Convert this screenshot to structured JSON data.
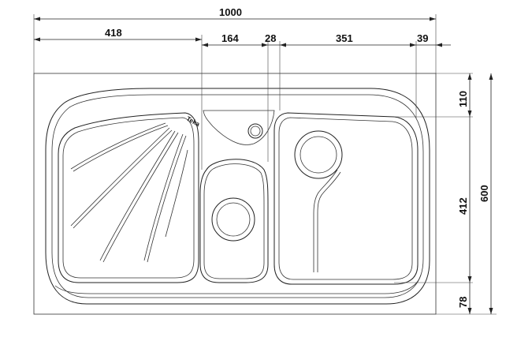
{
  "dimensions": {
    "overall_width": "1000",
    "left_drainer": "418",
    "small_bowl": "164",
    "divider": "28",
    "main_bowl": "351",
    "right_edge": "39",
    "top_margin": "110",
    "bowl_depth": "412",
    "overall_depth": "600",
    "bottom_margin": "78"
  },
  "logo_text": "Teka"
}
